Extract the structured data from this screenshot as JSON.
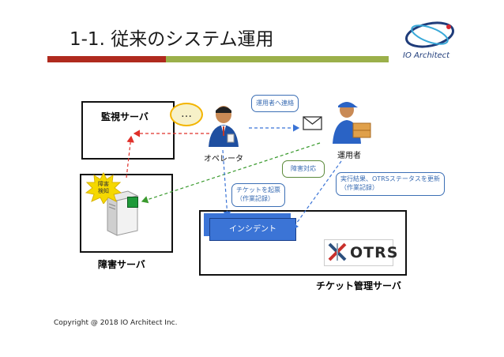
{
  "slide": {
    "title": "1-1. 従来のシステム運用",
    "logo_text": "IO Architect",
    "copyright": "Copyright @ 2018 IO Architect Inc."
  },
  "boxes": {
    "monitor_label": "監視サーバ",
    "fault_server_label": "障害サーバ",
    "ticket_server_label": "チケット管理サーバ"
  },
  "people": {
    "operator_label": "オペレータ",
    "admin_label": "運用者",
    "speech_dots": "…"
  },
  "callouts": {
    "contact_admin": "運用者へ連絡",
    "fault_handling": "障害対応",
    "create_ticket_line1": "チケットを起票",
    "create_ticket_line2": "（作業記録）",
    "exec_result_line1": "実行結果、OTRSステータスを更新",
    "exec_result_line2": "（作業記録）"
  },
  "starburst": {
    "line1": "障害",
    "line2": "検知"
  },
  "incident_label": "インシデント",
  "otrs_logo_text": "OTRS",
  "colors": {
    "title_bar_red": "#b02a1e",
    "title_bar_green": "#9bb04a",
    "arrow_blue": "#3b74d6",
    "arrow_red": "#e0302a",
    "arrow_green": "#3a9a2e",
    "starburst": "#f5d800",
    "incident": "#3b74d6"
  }
}
